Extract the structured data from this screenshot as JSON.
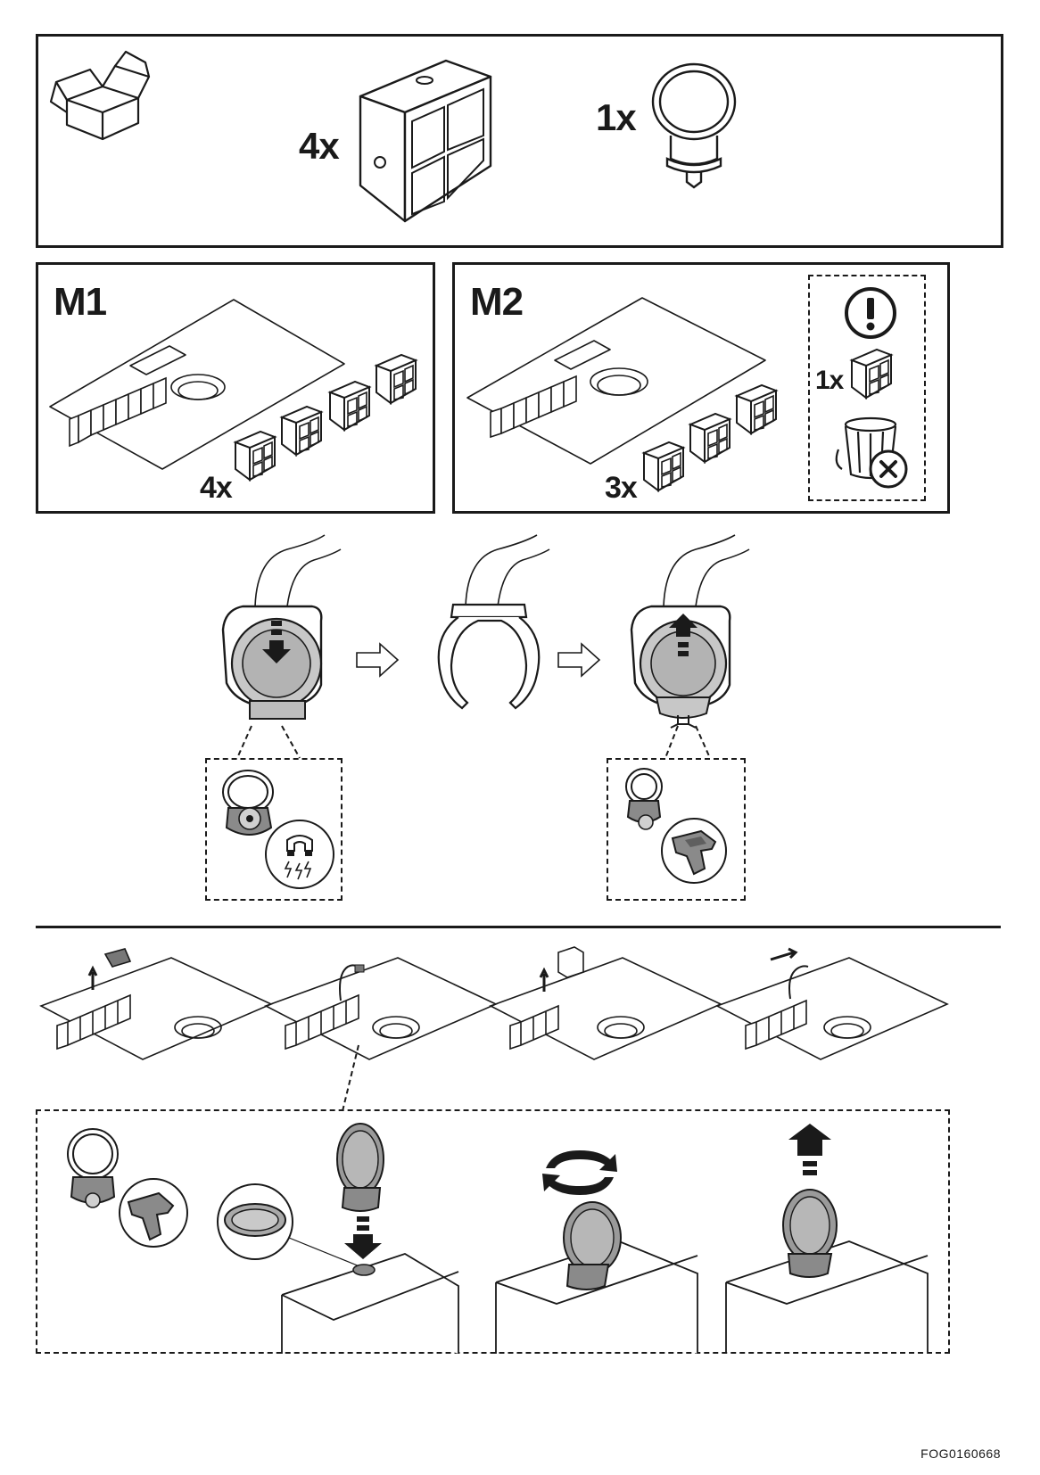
{
  "contents": {
    "filter_qty": "4x",
    "ring_qty": "1x"
  },
  "panel_m1": {
    "title": "M1",
    "qty": "4x"
  },
  "panel_m2": {
    "title": "M2",
    "qty": "3x",
    "notice_qty": "1x",
    "notice_icons": [
      "exclamation-icon",
      "filter-block-icon",
      "trash-bin-icon",
      "cross-icon"
    ]
  },
  "footer": {
    "doc_code": "FOG0160668"
  }
}
